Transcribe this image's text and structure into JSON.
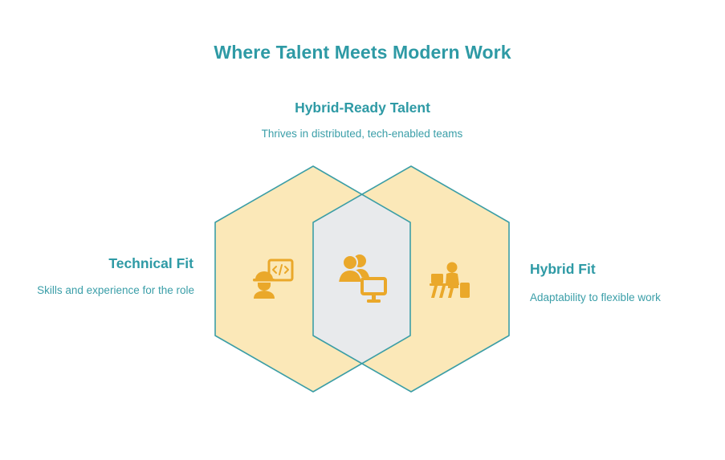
{
  "title": "Where Talent Meets Modern Work",
  "top": {
    "heading": "Hybrid-Ready Talent",
    "description": "Thrives in distributed, tech-enabled teams",
    "icon": "person-with-monitor-icon"
  },
  "left": {
    "heading": "Technical Fit",
    "description": "Skills and experience for the role",
    "icon": "engineer-with-code-icon"
  },
  "right": {
    "heading": "Hybrid Fit",
    "description": "Adaptability to flexible work",
    "icon": "person-at-laptop-icon"
  },
  "colors": {
    "title": "#2e9aa5",
    "hexagon_fill": "#fbe8b8",
    "overlap_fill": "#e8eaec",
    "outline": "#3c9ea6",
    "icon": "#eaa82a"
  }
}
